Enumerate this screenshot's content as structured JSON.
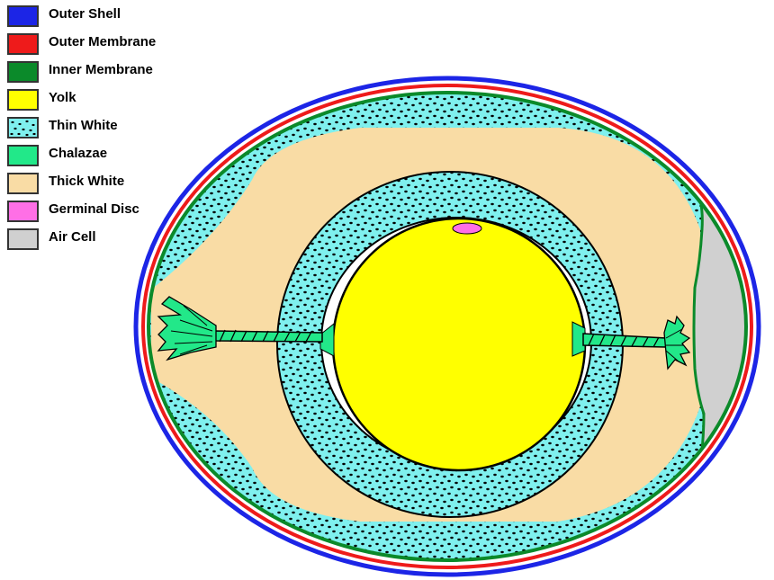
{
  "legend": {
    "items": [
      {
        "key": "outer_shell",
        "label": "Outer Shell",
        "color": "#1c25e6"
      },
      {
        "key": "outer_membrane",
        "label": "Outer Membrane",
        "color": "#ee1b1b"
      },
      {
        "key": "inner_membrane",
        "label": "Inner Membrane",
        "color": "#0b8a2a"
      },
      {
        "key": "yolk",
        "label": "Yolk",
        "color": "#ffff00"
      },
      {
        "key": "thin_white",
        "label": "Thin White",
        "color": "#7ff0ee"
      },
      {
        "key": "chalazae",
        "label": "Chalazae",
        "color": "#22e889"
      },
      {
        "key": "thick_white",
        "label": "Thick White",
        "color": "#f9dca5"
      },
      {
        "key": "germinal_disc",
        "label": "Germinal Disc",
        "color": "#ff6fe6"
      },
      {
        "key": "air_cell",
        "label": "Air Cell",
        "color": "#d0d0d0"
      }
    ]
  }
}
